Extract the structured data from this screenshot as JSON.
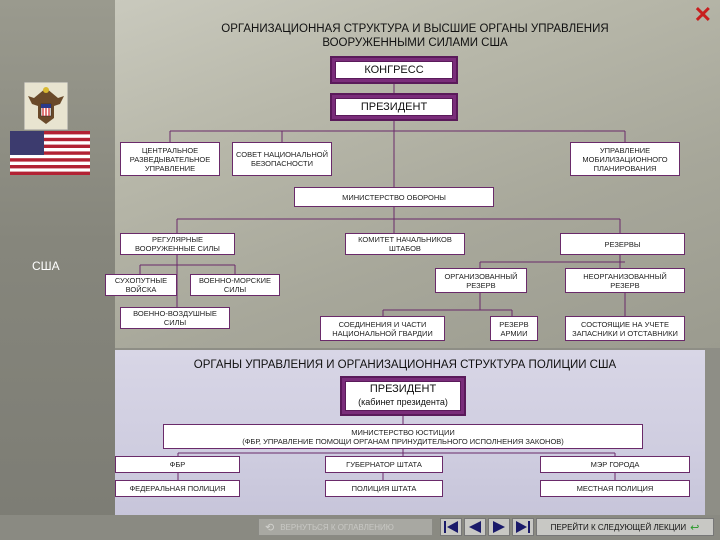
{
  "header": {
    "title": "ОРГАНИЗАЦИОННАЯ СТРУКТУРА И ВЫСШИЕ ОРГАНЫ УПРАВЛЕНИЯ ВООРУЖЕННЫМИ СИЛАМИ США"
  },
  "sidebar": {
    "country_label": "США"
  },
  "military": {
    "congress": "КОНГРЕСС",
    "president": "ПРЕЗИДЕНТ",
    "cia": "ЦЕНТРАЛЬНОЕ РАЗВЕДЫВАТЕЛЬНОЕ УПРАВЛЕНИЕ",
    "nsc": "СОВЕТ НАЦИОНАЛЬНОЙ БЕЗОПАСНОСТИ",
    "mobilization": "УПРАВЛЕНИЕ МОБИЛИЗАЦИОННОГО ПЛАНИРОВАНИЯ",
    "defense": "МИНИСТЕРСТВО ОБОРОНЫ",
    "regular": "РЕГУЛЯРНЫЕ ВООРУЖЕННЫЕ СИЛЫ",
    "jcs": "КОМИТЕТ НАЧАЛЬНИКОВ ШТАБОВ",
    "reserves": "РЕЗЕРВЫ",
    "ground": "СУХОПУТНЫЕ ВОЙСКА",
    "navy": "ВОЕННО-МОРСКИЕ СИЛЫ",
    "airforce": "ВОЕННО-ВОЗДУШНЫЕ СИЛЫ",
    "organized_reserve": "ОРГАНИЗОВАННЫЙ РЕЗЕРВ",
    "unorganized_reserve": "НЕОРГАНИЗОВАННЫЙ РЕЗЕРВ",
    "national_guard": "СОЕДИНЕНИЯ И ЧАСТИ НАЦИОНАЛЬНОЙ ГВАРДИИ",
    "army_reserve": "РЕЗЕРВ АРМИИ",
    "retired": "СОСТОЯЩИЕ НА УЧЕТЕ ЗАПАСНИКИ И ОТСТАВНИКИ"
  },
  "police": {
    "title": "ОРГАНЫ УПРАВЛЕНИЯ И ОРГАНИЗАЦИОННАЯ СТРУКТУРА ПОЛИЦИИ США",
    "president": "ПРЕЗИДЕНТ",
    "president_sub": "(кабинет президента)",
    "justice_line1": "МИНИСТЕРСТВО ЮСТИЦИИ",
    "justice_line2": "(ФБР, УПРАВЛЕНИЕ ПОМОЩИ ОРГАНАМ ПРИНУДИТЕЛЬНОГО ИСПОЛНЕНИЯ ЗАКОНОВ)",
    "fbi": "ФБР",
    "governor": "ГУБЕРНАТОР ШТАТА",
    "mayor": "МЭР ГОРОДА",
    "federal_police": "ФЕДЕРАЛЬНАЯ ПОЛИЦИЯ",
    "state_police": "ПОЛИЦИЯ ШТАТА",
    "local_police": "МЕСТНАЯ ПОЛИЦИЯ"
  },
  "footer": {
    "back_label": "ВЕРНУТЬСЯ К ОГЛАВЛЕНИЮ",
    "next_label": "ПЕРЕЙТИ К СЛЕДУЮЩЕЙ ЛЕКЦИИ"
  },
  "colors": {
    "accent": "#7a2d7a",
    "close": "#c81e1e",
    "police_bg": "#d3d1e3"
  }
}
